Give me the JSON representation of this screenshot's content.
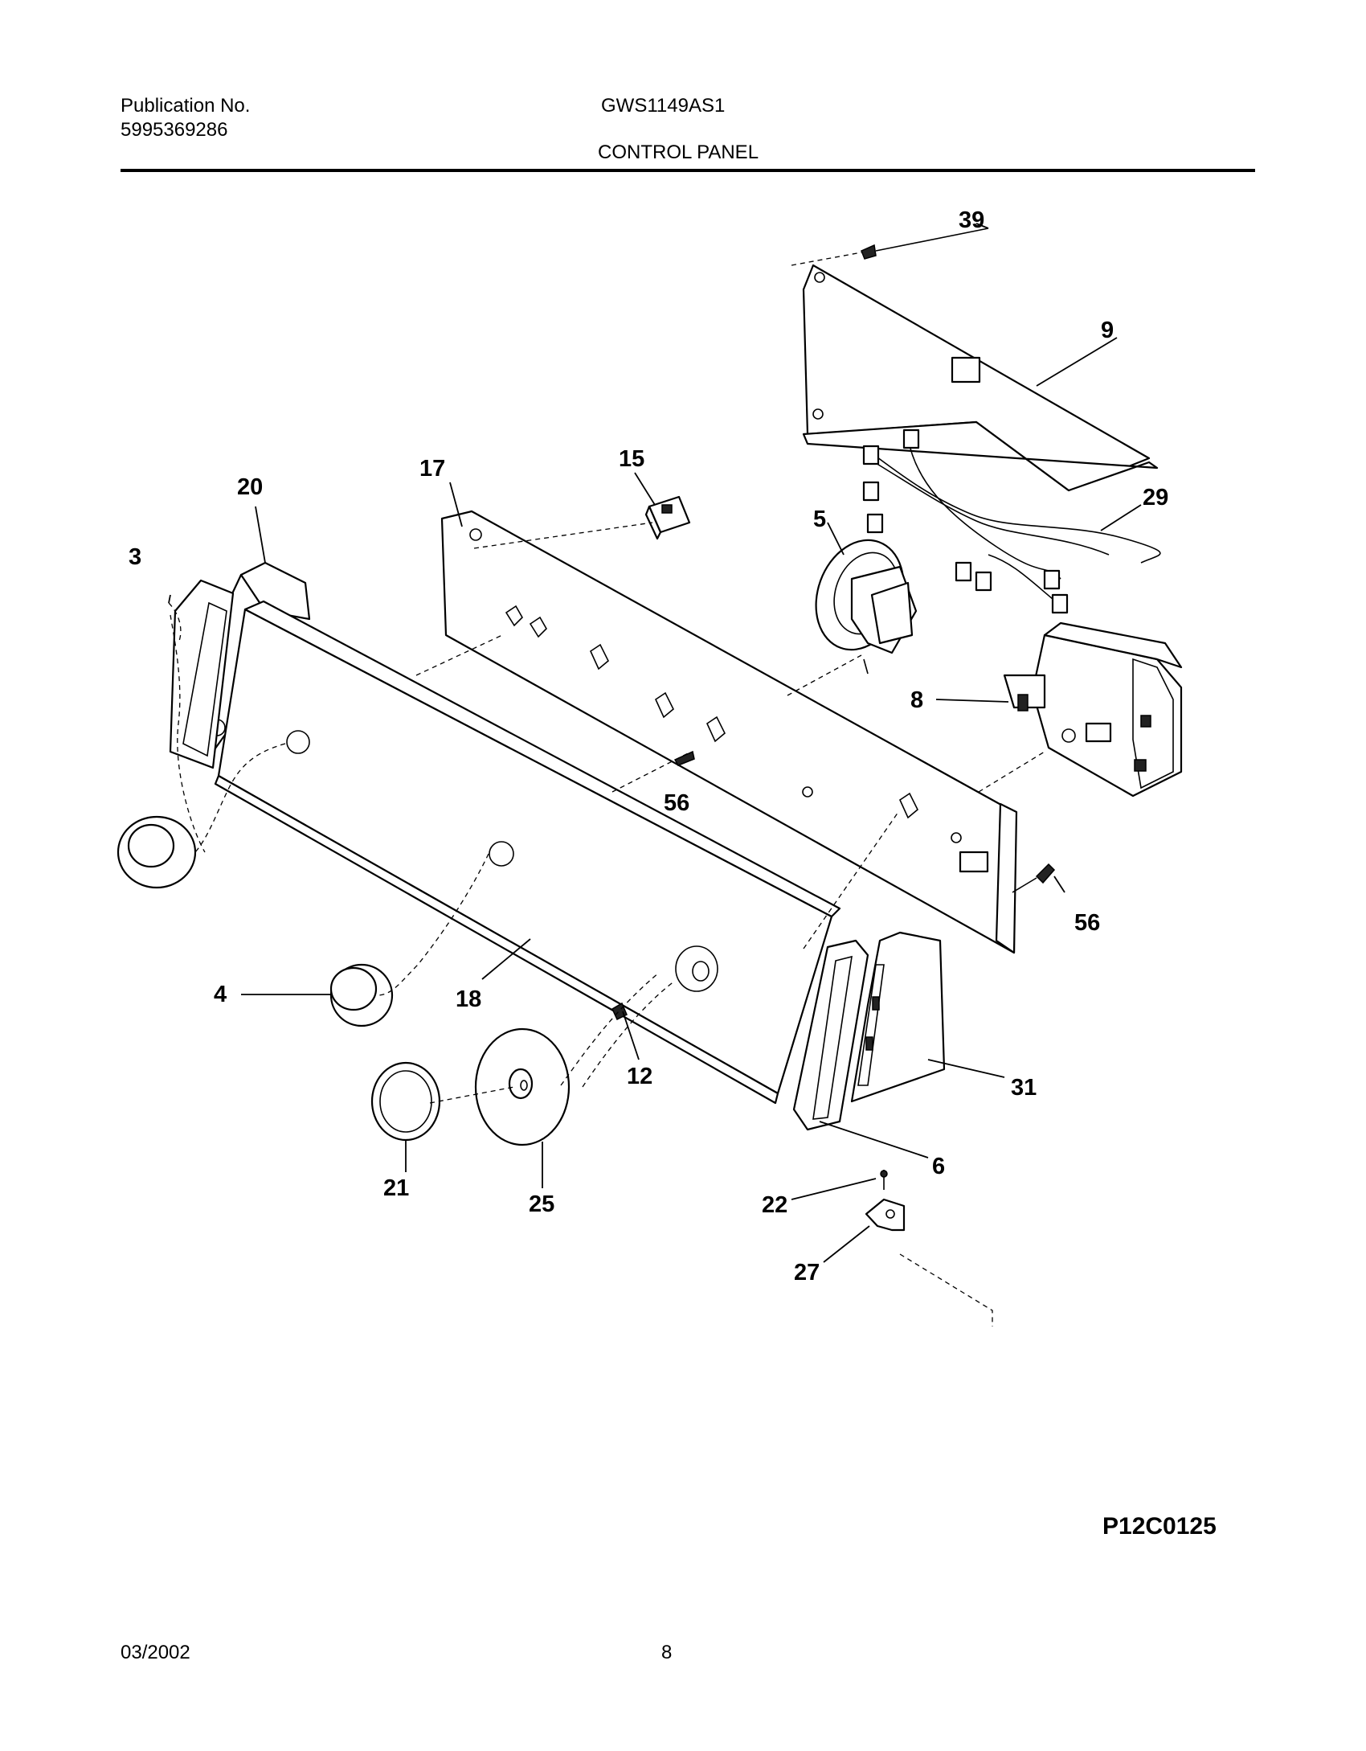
{
  "header": {
    "publication_label": "Publication No.",
    "publication_number": "5995369286",
    "model": "GWS1149AS1",
    "section_title": "CONTROL PANEL"
  },
  "diagram": {
    "callouts": {
      "p39": "39",
      "p9": "9",
      "p29": "29",
      "p17": "17",
      "p15": "15",
      "p5": "5",
      "p20": "20",
      "p3": "3",
      "p8": "8",
      "p56a": "56",
      "p56b": "56",
      "p4": "4",
      "p18": "18",
      "p12": "12",
      "p31": "31",
      "p6": "6",
      "p21": "21",
      "p25": "25",
      "p22": "22",
      "p27": "27"
    },
    "figure_code": "P12C0125"
  },
  "footer": {
    "date": "03/2002",
    "page_number": "8"
  }
}
